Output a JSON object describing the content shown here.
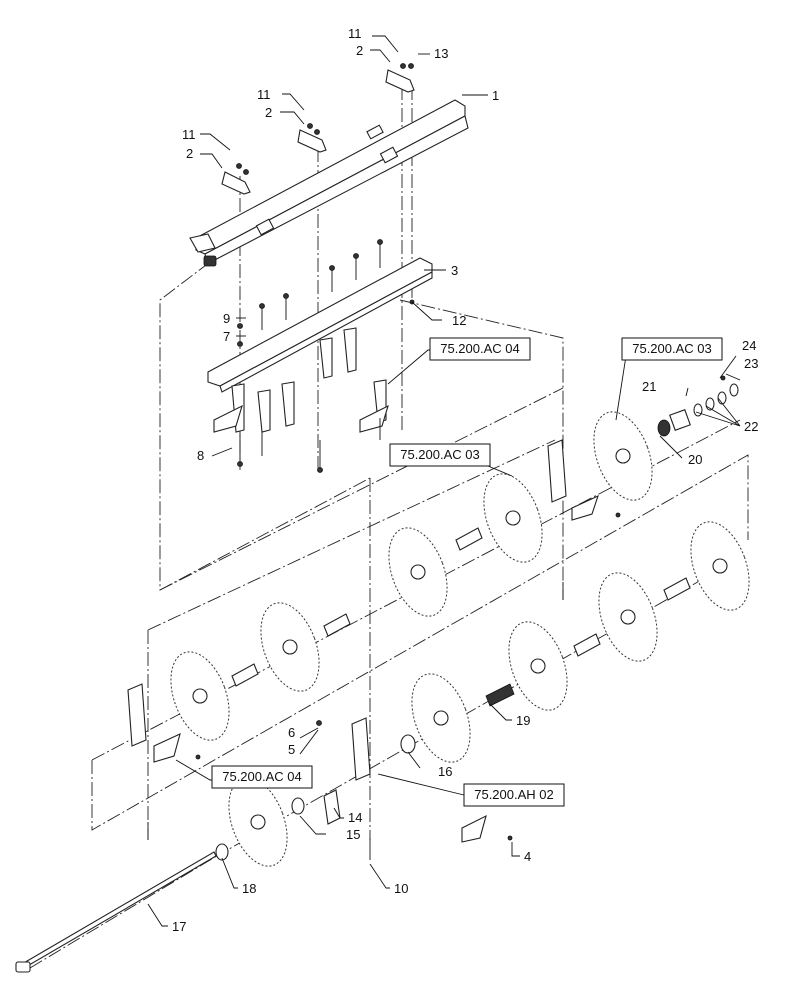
{
  "callouts": [
    "1",
    "2",
    "2",
    "2",
    "3",
    "4",
    "5",
    "6",
    "7",
    "8",
    "9",
    "10",
    "11",
    "11",
    "11",
    "12",
    "13",
    "14",
    "15",
    "16",
    "17",
    "18",
    "19",
    "20",
    "21",
    "22",
    "23",
    "24"
  ],
  "references": [
    "75.200.AC 04",
    "75.200.AC 03",
    "75.200.AC 03",
    "75.200.AC 04",
    "75.200.AH 02"
  ]
}
